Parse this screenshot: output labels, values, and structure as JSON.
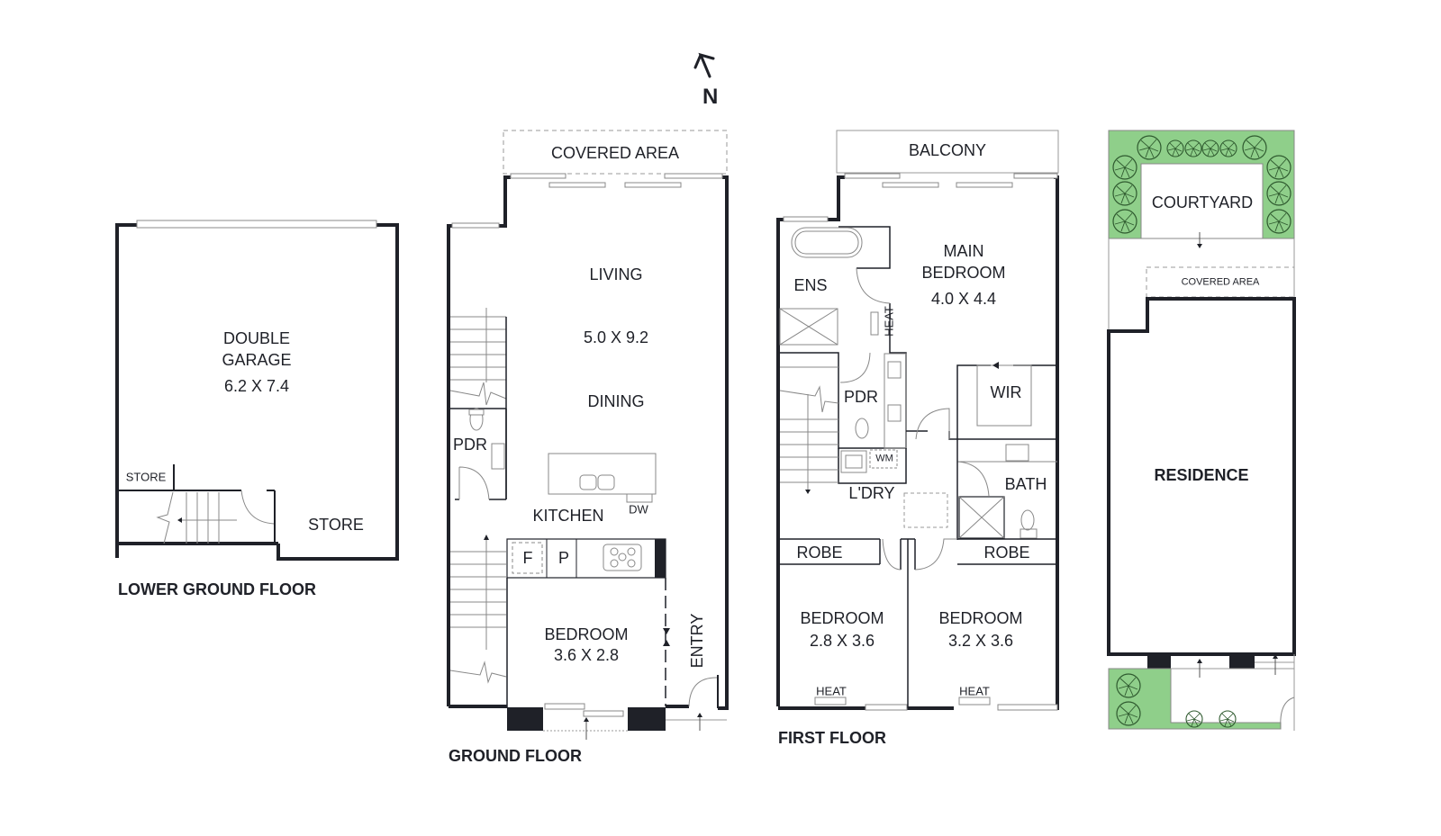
{
  "compass": {
    "label": "N",
    "icon": "north-arrow-icon"
  },
  "colors": {
    "wall": "#1f2128",
    "garden": "#8fcf8a",
    "garden_stroke": "#3a6b3a",
    "thin": "#7a7a7a"
  },
  "floors": {
    "lower_ground": {
      "title": "LOWER GROUND FLOOR",
      "rooms": {
        "garage_name1": "DOUBLE",
        "garage_name2": "GARAGE",
        "garage_dims": "6.2 X 7.4",
        "store_small": "STORE",
        "store_large": "STORE"
      }
    },
    "ground": {
      "title": "GROUND FLOOR",
      "rooms": {
        "covered_area": "COVERED AREA",
        "living": "LIVING",
        "living_dims": "5.0 X 9.2",
        "dining": "DINING",
        "pdr": "PDR",
        "kitchen": "KITCHEN",
        "dw": "DW",
        "fridge": "F",
        "pantry": "P",
        "bedroom": "BEDROOM",
        "bedroom_dims": "3.6 X 2.8",
        "entry": "ENTRY"
      }
    },
    "first": {
      "title": "FIRST FLOOR",
      "rooms": {
        "balcony": "BALCONY",
        "ens": "ENS",
        "main_bedroom1": "MAIN",
        "main_bedroom2": "BEDROOM",
        "main_bedroom_dims": "4.0 X 4.4",
        "heat_main": "HEAT",
        "pdr": "PDR",
        "wir": "WIR",
        "wm": "WM",
        "laundry": "L'DRY",
        "bath": "BATH",
        "robe_left": "ROBE",
        "robe_right": "ROBE",
        "bedroom2": "BEDROOM",
        "bedroom2_dims": "2.8 X 3.6",
        "bedroom3": "BEDROOM",
        "bedroom3_dims": "3.2 X 3.6",
        "heat_b2": "HEAT",
        "heat_b3": "HEAT"
      }
    },
    "site": {
      "rooms": {
        "courtyard": "COURTYARD",
        "covered_area": "COVERED AREA",
        "residence": "RESIDENCE"
      }
    }
  }
}
